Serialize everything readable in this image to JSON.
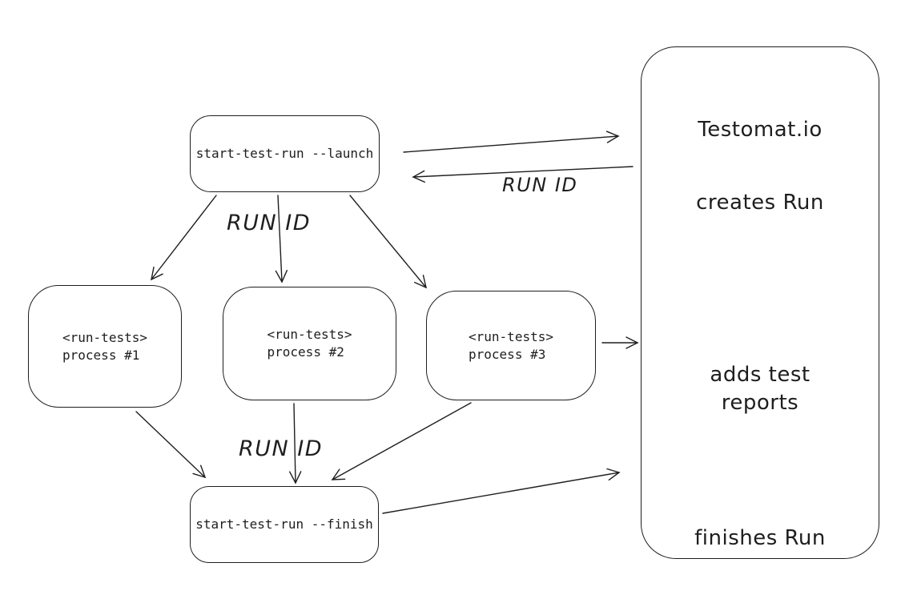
{
  "diagram": {
    "background": "#ffffff",
    "stroke_color": "#1e1e1e",
    "nodes": {
      "launch": {
        "label": "start-test-run --launch"
      },
      "process1": {
        "label": "<run-tests>\nprocess #1"
      },
      "process2": {
        "label": "<run-tests>\nprocess #2"
      },
      "process3": {
        "label": "<run-tests>\nprocess #3"
      },
      "finish": {
        "label": "start-test-run --finish"
      }
    },
    "panel": {
      "title": "Testomat.io",
      "items": [
        {
          "label": "creates Run"
        },
        {
          "label": "adds test reports"
        },
        {
          "label": "finishes Run"
        }
      ]
    },
    "edge_labels": {
      "run_id_top": "RUN ID",
      "run_id_return": "RUN ID",
      "run_id_bottom": "RUN ID"
    }
  }
}
